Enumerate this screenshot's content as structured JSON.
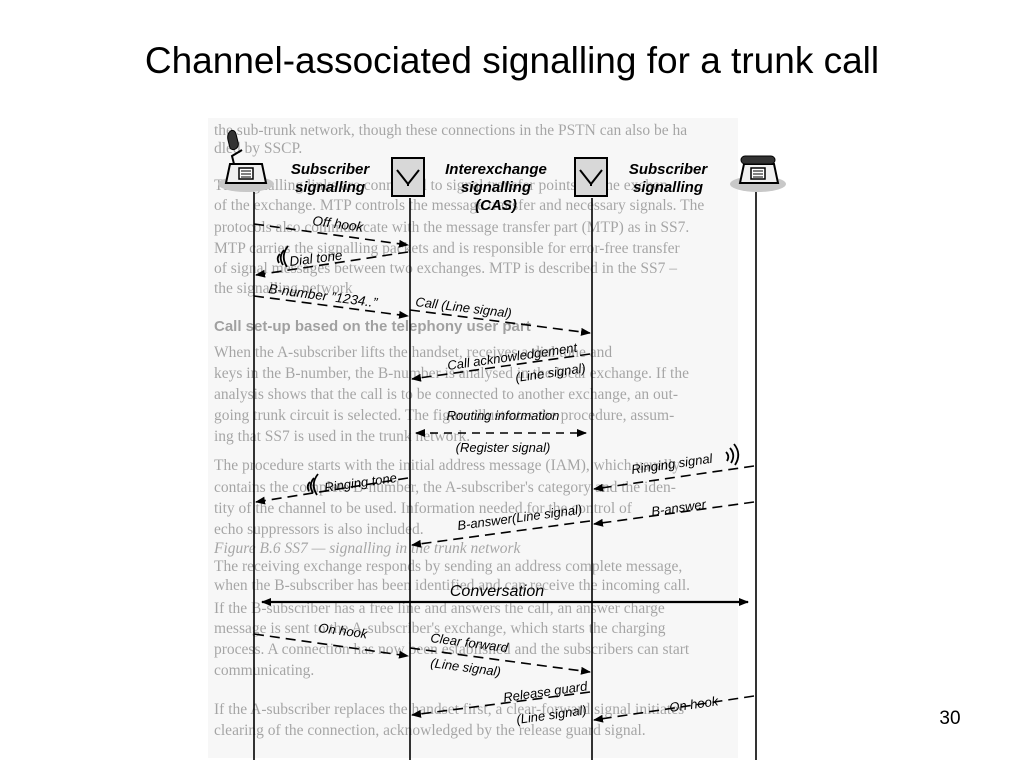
{
  "slide": {
    "title": "Channel-associated signalling for a trunk call",
    "page_number": "30"
  },
  "headers": {
    "left_signalling": [
      "Subscriber",
      "signalling"
    ],
    "middle_signalling": [
      "Interexchange",
      "signalling",
      "(CAS)"
    ],
    "right_signalling": [
      "Subscriber",
      "signalling"
    ]
  },
  "messages": {
    "off_hook": "Off hook",
    "dial_tone": "Dial tone",
    "b_number": "B-number ”1234..”",
    "call": "Call (Line signal)",
    "call_ack": "Call acknowledgement",
    "call_ack_sub": "(Line signal)",
    "routing": "Routing information",
    "routing_sub": "(Register signal)",
    "ringing_signal": "Ringing signal",
    "ringing_tone": "Ringing tone",
    "b_answer_right": "B-answer",
    "b_answer_mid": "B-answer(Line signal)",
    "conversation": "Conversation",
    "on_hook_left": "On hook",
    "clear_forward": "Clear forward",
    "clear_forward_sub": "(Line signal)",
    "release_guard": "Release guard",
    "release_guard_sub": "(Line signal)",
    "on_hook_right": "On hook"
  },
  "background_page": {
    "lines": [
      "the sub-trunk network, though these connections in the PSTN can also be ha",
      "dled by SSCP.",
      "The signalling links are connected to signal transfer points, or the exchan",
      "of the exchange. MTP controls the message transfer and necessary signals. The",
      "protocols also communicate with the message transfer part (MTP) as in SS7.",
      "MTP carries the signalling packets and is responsible for error-free transfer",
      "of signal messages between two exchanges. MTP is described in the SS7 –",
      "the signalling network",
      "Call set-up based on the telephony user part",
      "When the A-subscriber lifts the handset, receives a dial tone and",
      "keys in the B-number, the B-number is analysed in the local exchange. If the",
      "analysis shows that the call is to be connected to another exchange, an out-",
      "going trunk circuit is selected. The figure illustrates the procedure, assum-",
      "ing that SS7 is used in the trunk network.",
      "The procedure starts with the initial address message (IAM), which usually",
      "contains the complete B-number, the A-subscriber's category and the iden-",
      "tity of the channel to be used. Information needed for the control of",
      "echo suppressors is also included.",
      "Figure B.6 SS7 — signalling in the trunk network",
      "The receiving exchange responds by sending an address complete message,",
      "when the B-subscriber has been identified and can receive the incoming call.",
      "If the B-subscriber has a free line and answers the call, an answer charge",
      "message is sent to the A-subscriber's exchange, which starts the charging",
      "process. A connection has now been established and the subscribers can start",
      "communicating.",
      "If the A-subscriber replaces the handset first, a clear-forward signal initiates",
      "clearing of the connection, acknowledged by the release guard signal."
    ]
  }
}
